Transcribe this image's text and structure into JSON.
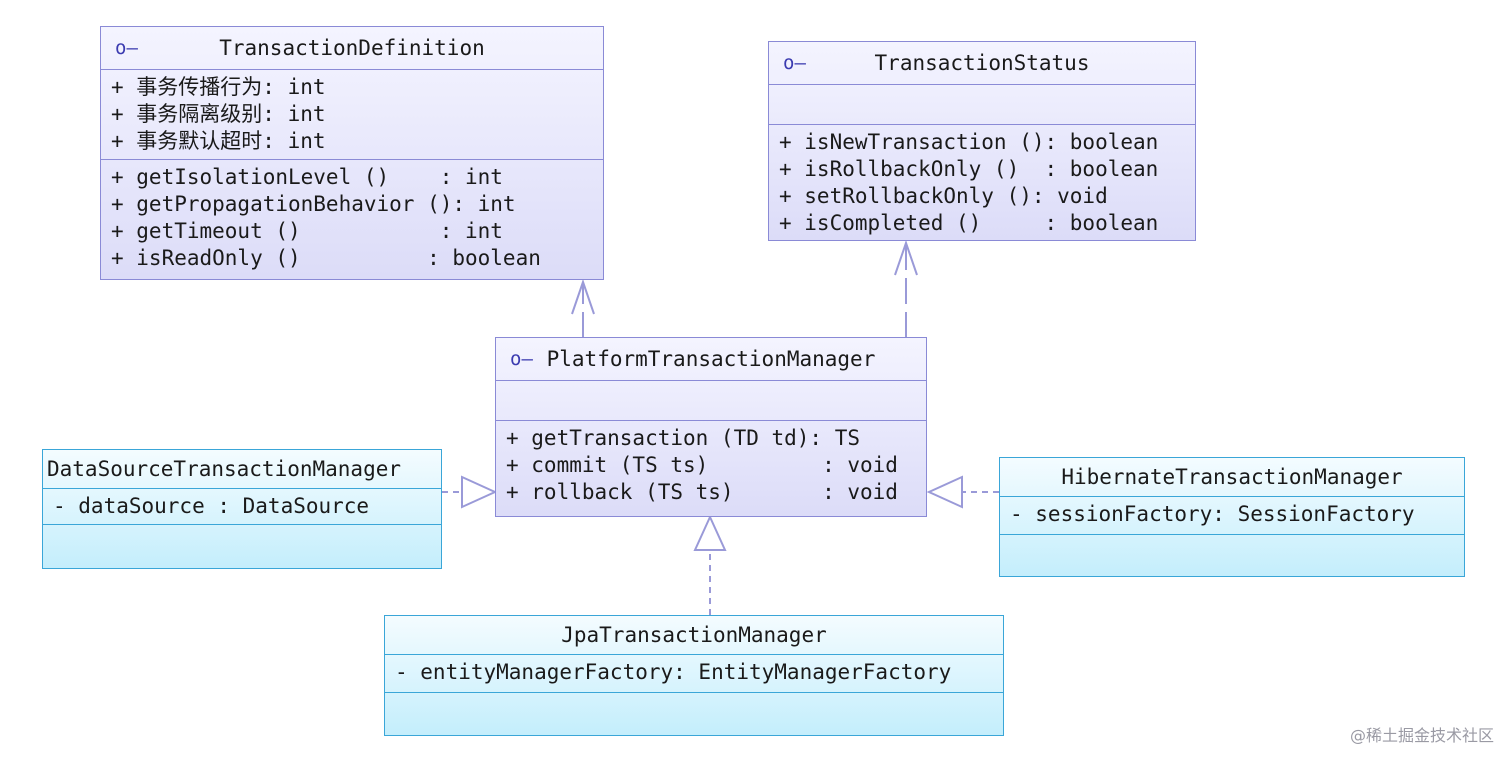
{
  "classes": {
    "transaction_definition": {
      "name": "TransactionDefinition",
      "icon": "interface-icon",
      "attributes": [
        "+ 事务传播行为: int",
        "+ 事务隔离级别: int",
        "+ 事务默认超时: int"
      ],
      "operations": [
        "+ getIsolationLevel ()    : int",
        "+ getPropagationBehavior (): int",
        "+ getTimeout ()           : int",
        "+ isReadOnly ()          : boolean"
      ]
    },
    "transaction_status": {
      "name": "TransactionStatus",
      "icon": "interface-icon",
      "attributes": [],
      "operations": [
        "+ isNewTransaction (): boolean",
        "+ isRollbackOnly ()  : boolean",
        "+ setRollbackOnly (): void",
        "+ isCompleted ()     : boolean"
      ]
    },
    "platform_transaction_manager": {
      "name": "PlatformTransactionManager",
      "icon": "interface-icon",
      "attributes": [],
      "operations": [
        "+ getTransaction (TD td): TS",
        "+ commit (TS ts)         : void",
        "+ rollback (TS ts)       : void"
      ]
    },
    "datasource_transaction_manager": {
      "name": "DataSourceTransactionManager",
      "attributes": [
        "- dataSource : DataSource"
      ],
      "operations": []
    },
    "hibernate_transaction_manager": {
      "name": "HibernateTransactionManager",
      "attributes": [
        "- sessionFactory: SessionFactory"
      ],
      "operations": []
    },
    "jpa_transaction_manager": {
      "name": "JpaTransactionManager",
      "attributes": [
        "- entityManagerFactory: EntityManagerFactory"
      ],
      "operations": []
    }
  },
  "watermark": "@稀土掘金技术社区",
  "colors": {
    "interface_border": "#8a8ad6",
    "impl_border": "#3aa6d8",
    "arrow": "#9a9ad8"
  }
}
